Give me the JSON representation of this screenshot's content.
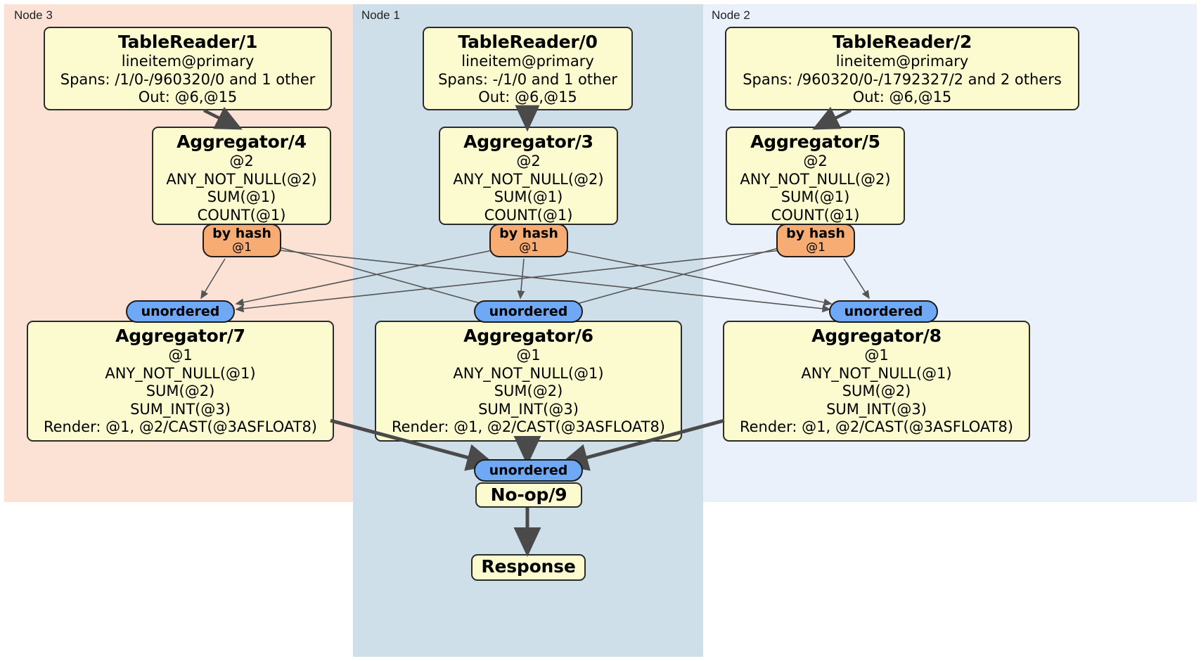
{
  "diagram": {
    "type": "distributed-query-plan",
    "colors": {
      "node3_bg": "#fbe2d5",
      "node1_bg": "#cfdfe9",
      "node2_bg": "#eaf1fb",
      "processor_bg": "#fbfbcf",
      "processor_border": "#2b2b2b",
      "hash_router_bg": "#f7ac74",
      "unordered_bg": "#6fa8f5",
      "edge": "#4a4a4a"
    }
  },
  "regions": [
    {
      "id": "node3",
      "label": "Node 3"
    },
    {
      "id": "node1",
      "label": "Node 1"
    },
    {
      "id": "node2",
      "label": "Node 2"
    }
  ],
  "processors": {
    "table_reader_1": {
      "title": "TableReader/1",
      "lines": [
        "lineitem@primary",
        "Spans: /1/0-/960320/0 and 1 other",
        "Out: @6,@15"
      ]
    },
    "table_reader_0": {
      "title": "TableReader/0",
      "lines": [
        "lineitem@primary",
        "Spans: -/1/0 and 1 other",
        "Out: @6,@15"
      ]
    },
    "table_reader_2": {
      "title": "TableReader/2",
      "lines": [
        "lineitem@primary",
        "Spans: /960320/0-/1792327/2 and 2 others",
        "Out: @6,@15"
      ]
    },
    "aggregator_4": {
      "title": "Aggregator/4",
      "lines": [
        "@2",
        "ANY_NOT_NULL(@2)",
        "SUM(@1)",
        "COUNT(@1)"
      ]
    },
    "aggregator_3": {
      "title": "Aggregator/3",
      "lines": [
        "@2",
        "ANY_NOT_NULL(@2)",
        "SUM(@1)",
        "COUNT(@1)"
      ]
    },
    "aggregator_5": {
      "title": "Aggregator/5",
      "lines": [
        "@2",
        "ANY_NOT_NULL(@2)",
        "SUM(@1)",
        "COUNT(@1)"
      ]
    },
    "aggregator_7": {
      "title": "Aggregator/7",
      "lines": [
        "@1",
        "ANY_NOT_NULL(@1)",
        "SUM(@2)",
        "SUM_INT(@3)",
        "Render: @1, @2/CAST(@3ASFLOAT8)"
      ]
    },
    "aggregator_6": {
      "title": "Aggregator/6",
      "lines": [
        "@1",
        "ANY_NOT_NULL(@1)",
        "SUM(@2)",
        "SUM_INT(@3)",
        "Render: @1, @2/CAST(@3ASFLOAT8)"
      ]
    },
    "aggregator_8": {
      "title": "Aggregator/8",
      "lines": [
        "@1",
        "ANY_NOT_NULL(@1)",
        "SUM(@2)",
        "SUM_INT(@3)",
        "Render: @1, @2/CAST(@3ASFLOAT8)"
      ]
    },
    "noop_9": {
      "title": "No-op/9",
      "lines": []
    },
    "response": {
      "title": "Response",
      "lines": []
    }
  },
  "routers": {
    "hash_left": {
      "type": "by hash",
      "column": "@1"
    },
    "hash_center": {
      "type": "by hash",
      "column": "@1"
    },
    "hash_right": {
      "type": "by hash",
      "column": "@1"
    }
  },
  "synchronizers": {
    "unordered_left": {
      "label": "unordered"
    },
    "unordered_center": {
      "label": "unordered"
    },
    "unordered_right": {
      "label": "unordered"
    },
    "unordered_final": {
      "label": "unordered"
    }
  }
}
